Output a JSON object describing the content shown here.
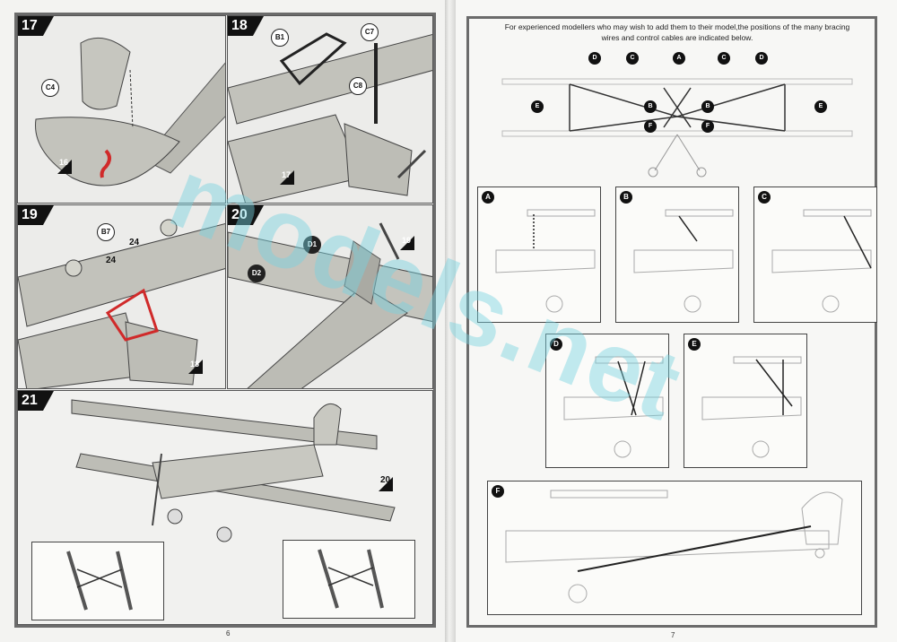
{
  "left_page": {
    "page_number": "6",
    "steps": [
      {
        "number": "17",
        "callouts": [
          "C4"
        ],
        "ref_step": "16"
      },
      {
        "number": "18",
        "callouts": [
          "B1",
          "C7",
          "C8"
        ],
        "ref_step": "17"
      },
      {
        "number": "19",
        "callouts": [
          "B7"
        ],
        "part_labels": [
          "24",
          "24"
        ],
        "ref_step": "18"
      },
      {
        "number": "20",
        "callouts": [
          "D1",
          "D2"
        ],
        "ref_step": "19"
      },
      {
        "number": "21",
        "ref_step": "20"
      }
    ]
  },
  "right_page": {
    "page_number": "7",
    "intro_text": "For experienced modellers who may wish to add them to their model,the positions of the many bracing wires and control cables are indicated below.",
    "wire_labels_top": [
      "D",
      "C",
      "A",
      "C",
      "D"
    ],
    "wire_labels_side": [
      "E",
      "B",
      "B",
      "E",
      "F",
      "F"
    ],
    "detail_boxes": [
      "A",
      "B",
      "C",
      "D",
      "E",
      "F"
    ]
  },
  "watermark": "models.net",
  "colors": {
    "accent_red": "#d02a2a",
    "label_dark": "#111111",
    "watermark": "#78d2e1"
  }
}
